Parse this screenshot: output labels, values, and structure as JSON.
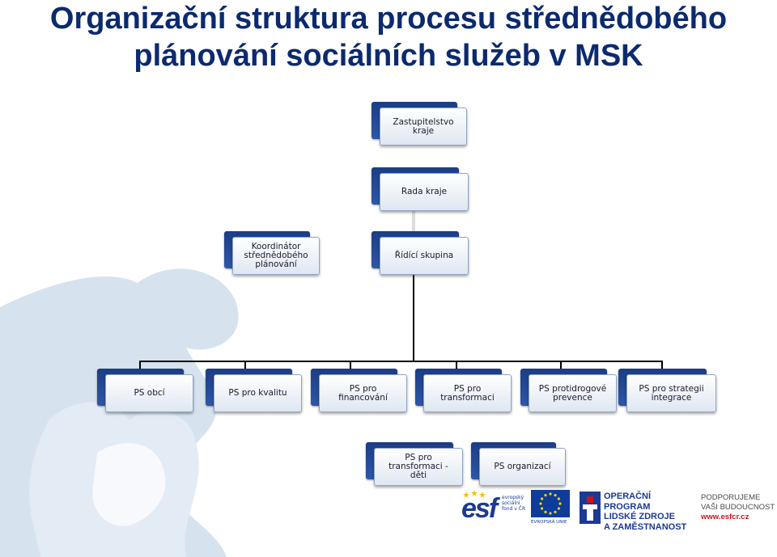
{
  "slide": {
    "title_line1": "Organizační struktura procesu střednědobého",
    "title_line2": "plánování sociálních služeb v MSK"
  },
  "diagram": {
    "nodes": {
      "zastupitelstvo": "Zastupitelstvo\nkraje",
      "rada": "Rada kraje",
      "koordinator": "Koordinátor\nstřednědobého\nplánování",
      "ridici": "Řídící skupina",
      "ps_obci": "PS obcí",
      "ps_kvalita": "PS pro kvalitu",
      "ps_financovani": "PS pro\nfinancování",
      "ps_transformaci": "PS pro\ntransformaci",
      "ps_protidrogove": "PS protidrogové\nprevence",
      "ps_strategie": "PS pro strategii\nintegrace",
      "ps_transformaci_deti": "PS pro\ntransformaci -\nděti",
      "ps_organizaci": "PS organizací"
    }
  },
  "footer": {
    "esf_mark": "esf",
    "esf_text": "evropský\nsociální\nfond v ČR",
    "eu_text": "EVROPSKÁ UNIE",
    "op_text": "OPERAČNÍ PROGRAM\nLIDSKÉ ZDROJE\nA ZAMĚSTNANOST",
    "support_text": "PODPORUJEME\nVAŠI BUDOUCNOST",
    "support_url": "www.esfcr.cz",
    "colors": {
      "brand_blue": "#1a3a93",
      "title_blue": "#0b2a6f",
      "accent_red": "#d0101a"
    }
  }
}
